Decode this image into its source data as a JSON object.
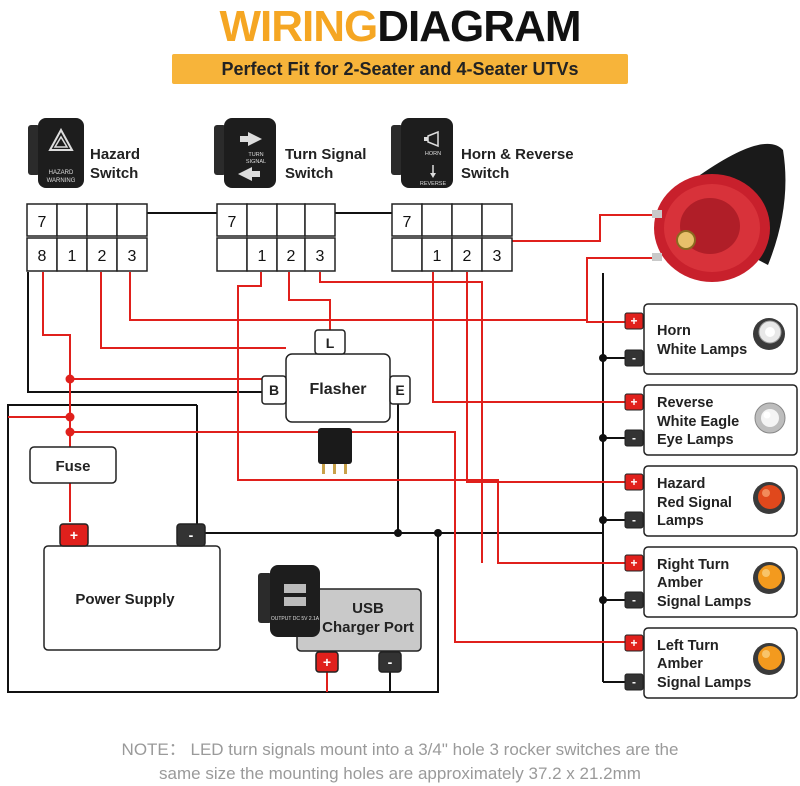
{
  "header": {
    "title_part1": "WIRING",
    "title_part2": "DIAGRAM",
    "subtitle": "Perfect Fit for 2-Seater and 4-Seater UTVs"
  },
  "switches": [
    {
      "name_line1": "Hazard",
      "name_line2": "Switch",
      "icon_text_line1": "HAZARD",
      "icon_text_line2": "WARNING",
      "top_pins": [
        "7",
        "",
        "",
        ""
      ],
      "bottom_pins": [
        "8",
        "1",
        "2",
        "3"
      ]
    },
    {
      "name_line1": "Turn Signal",
      "name_line2": "Switch",
      "icon_text_line1": "TURN",
      "icon_text_line2": "SIGNAL",
      "top_pins": [
        "7",
        "",
        "",
        ""
      ],
      "bottom_pins": [
        "",
        "1",
        "2",
        "3"
      ]
    },
    {
      "name_line1": "Horn & Reverse",
      "name_line2": "Switch",
      "icon_text_line1": "HORN",
      "icon_text_line2": "REVERSE",
      "top_pins": [
        "7",
        "",
        "",
        ""
      ],
      "bottom_pins": [
        "",
        "1",
        "2",
        "3"
      ]
    }
  ],
  "flasher": {
    "label": "Flasher",
    "pin_l": "L",
    "pin_b": "B",
    "pin_e": "E"
  },
  "fuse": {
    "label": "Fuse"
  },
  "power_supply": {
    "label": "Power Supply",
    "pos": "+",
    "neg": "-"
  },
  "usb": {
    "label_line1": "USB",
    "label_line2": "Charger Port",
    "pos": "+",
    "neg": "-",
    "icon_text": "OUTPUT DC 5V 2.1A"
  },
  "lamps": [
    {
      "line1": "Horn",
      "line2": "White Lamps",
      "line3": "",
      "pos": "+",
      "neg": "-",
      "color": "#e8e8e8"
    },
    {
      "line1": "Reverse",
      "line2": "White Eagle",
      "line3": "Eye Lamps",
      "pos": "+",
      "neg": "-",
      "color": "#f0f0f0"
    },
    {
      "line1": "Hazard",
      "line2": "Red Signal",
      "line3": "Lamps",
      "pos": "+",
      "neg": "-",
      "color": "#e0481c"
    },
    {
      "line1": "Right Turn",
      "line2": "Amber",
      "line3": "Signal Lamps",
      "pos": "+",
      "neg": "-",
      "color": "#f39a1e"
    },
    {
      "line1": "Left Turn",
      "line2": "Amber",
      "line3": "Signal Lamps",
      "pos": "+",
      "neg": "-",
      "color": "#f39a1e"
    }
  ],
  "colors": {
    "positive_wire": "#e0201c",
    "negative_wire": "#111111",
    "accent": "#f5a623"
  },
  "note": {
    "line1": "NOTE： LED turn signals mount into a 3/4\" hole 3 rocker switches are the",
    "line2": "same size the mounting holes are approximately 37.2 x 21.2mm"
  }
}
